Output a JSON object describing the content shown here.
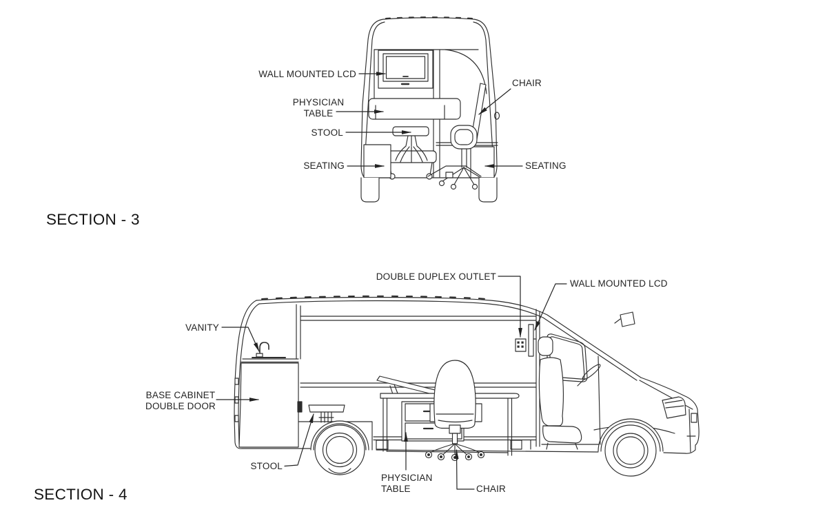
{
  "colors": {
    "background": "#ffffff",
    "line": "#2d2d2d",
    "text": "#232323"
  },
  "section3": {
    "title": "SECTION - 3",
    "labels": {
      "wall_mounted_lcd": "WALL MOUNTED LCD",
      "physician_table_line1": "PHYSICIAN",
      "physician_table_line2": "TABLE",
      "stool": "STOOL",
      "seating_left": "SEATING",
      "chair": "CHAIR",
      "seating_right": "SEATING"
    }
  },
  "section4": {
    "title": "SECTION - 4",
    "labels": {
      "double_duplex_outlet": "DOUBLE DUPLEX OUTLET",
      "wall_mounted_lcd": "WALL MOUNTED LCD",
      "vanity": "VANITY",
      "base_cabinet_line1": "BASE CABINET",
      "base_cabinet_line2": "DOUBLE DOOR",
      "stool": "STOOL",
      "physician_table_line1": "PHYSICIAN",
      "physician_table_line2": "TABLE",
      "chair": "CHAIR"
    }
  }
}
